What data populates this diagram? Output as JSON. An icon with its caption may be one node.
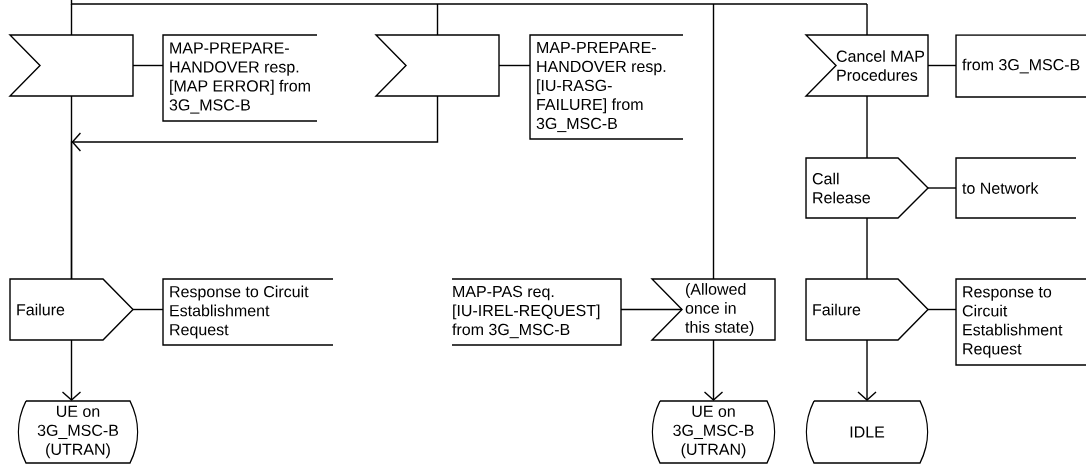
{
  "diagram": {
    "nodes": [
      {
        "text": [],
        "shape": "flag"
      },
      {
        "text": [
          "MAP-PREPARE-HANDOVER resp. [MAP ERROR] from 3G_MSC-B"
        ]
      },
      {
        "text": [],
        "shape": "flag"
      },
      {
        "text": [
          "MAP-PREPARE-HANDOVER resp. [IU-RASG-FAILURE] from 3G_MSC-B"
        ]
      },
      {
        "text": [
          "Cancel MAP Procedures"
        ]
      },
      {
        "text": [
          "from 3G_MSC-B"
        ]
      },
      {
        "text": [
          "Call Release"
        ]
      },
      {
        "text": [
          "to Network"
        ]
      },
      {
        "text": [
          "Failure"
        ]
      },
      {
        "text": [
          "Response to Circuit Establishment Request"
        ]
      },
      {
        "text": [
          "MAP-PAS req. [IU-IREL-REQUEST] from 3G_MSC-B"
        ]
      },
      {
        "text": [
          "(Allowed once in this state)"
        ]
      },
      {
        "text": [
          "Failure"
        ]
      },
      {
        "text": [
          "Response to Circuit Establishment Request"
        ]
      },
      {
        "text": [
          "UE on 3G_MSC-B (UTRAN)"
        ]
      },
      {
        "text": [
          "UE on 3G_MSC-B (UTRAN)"
        ]
      },
      {
        "text": [
          "IDLE"
        ]
      }
    ],
    "edges": [
      {
        "from": null,
        "to": 0,
        "arrow": "none"
      },
      {
        "from": null,
        "to": 2,
        "arrow": "none"
      },
      {
        "from": null,
        "to": 11,
        "arrow": "none"
      },
      {
        "from": null,
        "to": 4,
        "arrow": "none"
      },
      {
        "from": 0,
        "to": 1,
        "arrow": "none"
      },
      {
        "from": 2,
        "to": 3,
        "arrow": "none"
      },
      {
        "from": 0,
        "to": 8,
        "arrow": "none"
      },
      {
        "from": 2,
        "to": 8,
        "arrow": "to"
      },
      {
        "from": 8,
        "to": 9,
        "arrow": "none"
      },
      {
        "from": 8,
        "to": 14,
        "arrow": "to"
      },
      {
        "from": 10,
        "to": 11,
        "arrow": "none"
      },
      {
        "from": 11,
        "to": 15,
        "arrow": "to"
      },
      {
        "from": 4,
        "to": 5,
        "arrow": "none"
      },
      {
        "from": 4,
        "to": 6,
        "arrow": "none"
      },
      {
        "from": 6,
        "to": 7,
        "arrow": "none"
      },
      {
        "from": 6,
        "to": 12,
        "arrow": "none"
      },
      {
        "from": 12,
        "to": 13,
        "arrow": "none"
      },
      {
        "from": 12,
        "to": 16,
        "arrow": "to"
      }
    ]
  }
}
